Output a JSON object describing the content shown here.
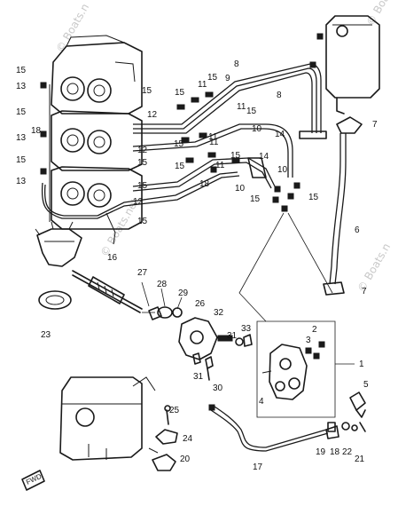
{
  "watermarks": {
    "top_left": "© Boats.n",
    "top_right": "© Boats",
    "mid_left": "© Boats.net",
    "mid_right": "© Boats.n"
  },
  "labels": {
    "l1": "1",
    "l2": "2",
    "l3": "3",
    "l4": "4",
    "l5": "5",
    "l6": "6",
    "l7a": "7",
    "l7b": "7",
    "l8a": "8",
    "l8b": "8",
    "l9": "9",
    "l10a": "10",
    "l10b": "10",
    "l10c": "10",
    "l11a": "11",
    "l11b": "11",
    "l11c": "11",
    "l11d": "11",
    "l11e": "11",
    "l12a": "12",
    "l12b": "12",
    "l12c": "12",
    "l13a": "13",
    "l13b": "13",
    "l13c": "13",
    "l14a": "14",
    "l14b": "14",
    "l15a": "15",
    "l15b": "15",
    "l15c": "15",
    "l15d": "15",
    "l15e": "15",
    "l15f": "15",
    "l15g": "15",
    "l15h": "15",
    "l15i": "15",
    "l15j": "15",
    "l15k": "15",
    "l15l": "15",
    "l15m": "15",
    "l15n": "15",
    "l15o": "15",
    "l16": "16",
    "l17": "17",
    "l18a": "18",
    "l18b": "18",
    "l18c": "18",
    "l19": "19",
    "l20": "20",
    "l21": "21",
    "l22": "22",
    "l23": "23",
    "l24": "24",
    "l25": "25",
    "l26": "26",
    "l27": "27",
    "l28": "28",
    "l29": "29",
    "l30": "30",
    "l31a": "31",
    "l31b": "31",
    "l32": "32",
    "l33": "33"
  },
  "fwd_mark": "FWD"
}
